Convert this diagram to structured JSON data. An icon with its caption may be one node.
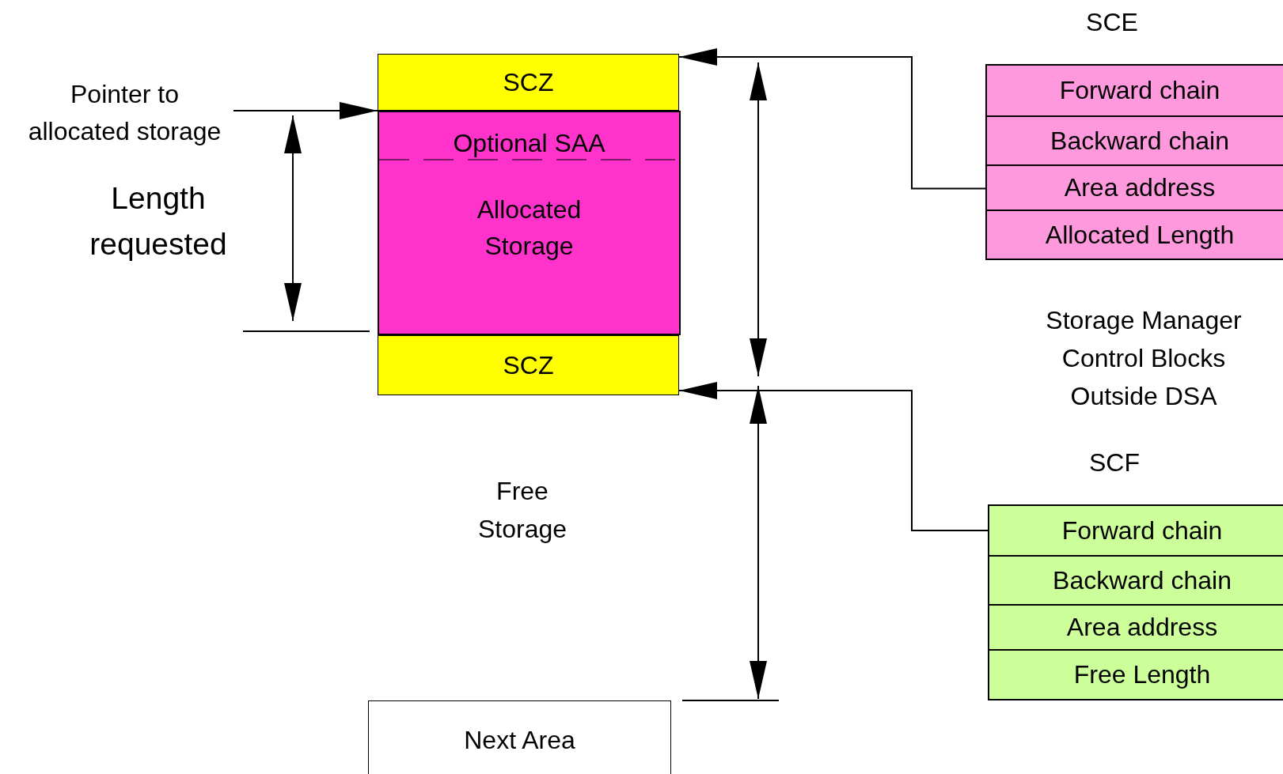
{
  "diagram": {
    "nodes": [
      {
        "text": [
          "Pointer to allocated storage"
        ]
      },
      {
        "text": [
          "SCZ"
        ]
      },
      {
        "text": [
          "Optional SAA",
          "Allocated Storage"
        ]
      },
      {
        "text": [
          "SCZ"
        ]
      },
      {
        "text": [
          "Next Area"
        ]
      },
      {
        "text": [
          "SCE"
        ]
      },
      {
        "text": [
          "Forward chain"
        ],
        "in": 5
      },
      {
        "text": [
          "Backward chain"
        ],
        "in": 5
      },
      {
        "text": [
          "Area address"
        ],
        "in": 5
      },
      {
        "text": [
          "Allocated Length"
        ],
        "in": 5
      },
      {
        "text": [
          "SCF"
        ]
      },
      {
        "text": [
          "Forward chain"
        ],
        "in": 10
      },
      {
        "text": [
          "Backward chain"
        ],
        "in": 10
      },
      {
        "text": [
          "Area address"
        ],
        "in": 10
      },
      {
        "text": [
          "Free Length"
        ],
        "in": 10
      }
    ],
    "edges": [
      {
        "from": 0,
        "to": 2,
        "arrow": "to"
      },
      {
        "from": 8,
        "to": 1,
        "arrow": "to"
      },
      {
        "from": 11,
        "to": 3,
        "arrow": "to"
      }
    ],
    "labels": [
      "Length requested",
      "Storage Manager Control Blocks Outside DSA",
      "Free Storage"
    ]
  }
}
